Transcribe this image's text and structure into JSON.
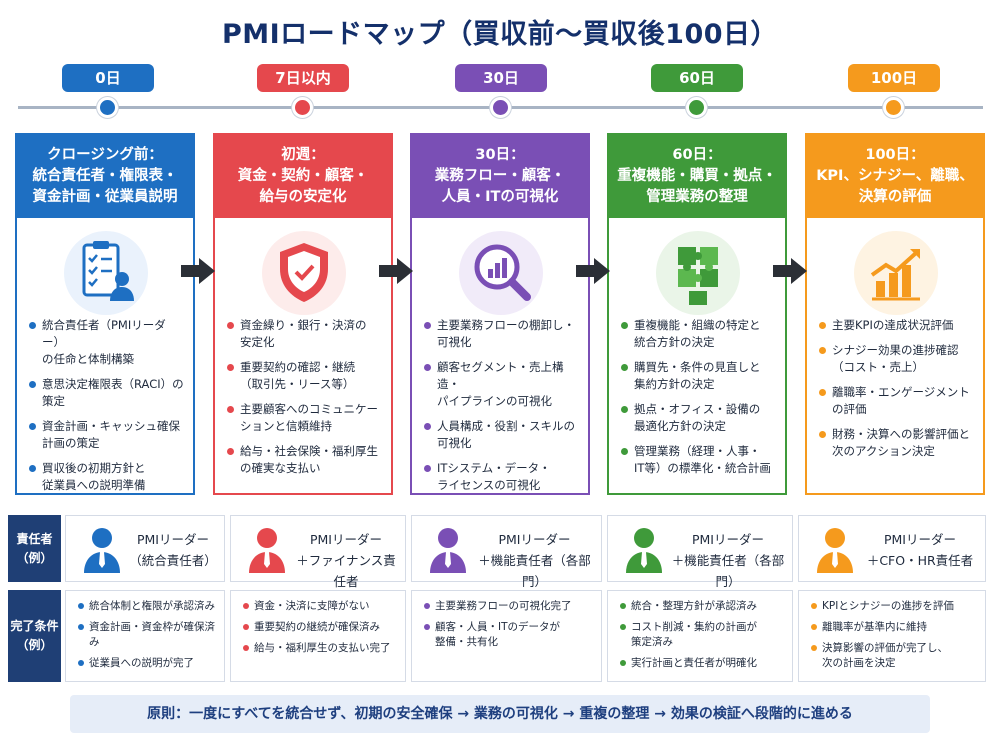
{
  "title": "PMIロードマップ（買収前〜買収後100日）",
  "timeline": [
    {
      "label": "0日",
      "color": "#1e6fc2"
    },
    {
      "label": "7日以内",
      "color": "#e5484d"
    },
    {
      "label": "30日",
      "color": "#7a4fb5"
    },
    {
      "label": "60日",
      "color": "#3f9a3a"
    },
    {
      "label": "100日",
      "color": "#f59a1d"
    }
  ],
  "columns": [
    {
      "title": "クロージング前：\n統合責任者・権限表・\n資金計画・従業員説明",
      "icon": "clipboard-checklist-icon",
      "color": "#1e6fc2",
      "items": [
        "統合責任者（PMIリーダー）\nの任命と体制構築",
        "意思決定権限表（RACI）の\n策定",
        "資金計画・キャッシュ確保\n計画の策定",
        "買収後の初期方針と\n従業員への説明準備"
      ]
    },
    {
      "title": "初週：\n資金・契約・顧客・\n給与の安定化",
      "icon": "shield-check-icon",
      "color": "#e5484d",
      "items": [
        "資金繰り・銀行・決済の\n安定化",
        "重要契約の確認・継続\n（取引先・リース等）",
        "主要顧客へのコミュニケー\nションと信頼維持",
        "給与・社会保険・福利厚生\nの確実な支払い"
      ]
    },
    {
      "title": "30日：\n業務フロー・顧客・\n人員・ITの可視化",
      "icon": "magnifier-chart-icon",
      "color": "#7a4fb5",
      "items": [
        "主要業務フローの棚卸し・\n可視化",
        "顧客セグメント・売上構造・\nパイプラインの可視化",
        "人員構成・役割・スキルの\n可視化",
        "ITシステム・データ・\nライセンスの可視化"
      ]
    },
    {
      "title": "60日：\n重複機能・購買・拠点・\n管理業務の整理",
      "icon": "puzzle-pieces-icon",
      "color": "#3f9a3a",
      "items": [
        "重複機能・組織の特定と\n統合方針の決定",
        "購買先・条件の見直しと\n集約方針の決定",
        "拠点・オフィス・設備の\n最適化方針の決定",
        "管理業務（経理・人事・\nIT等）の標準化・統合計画"
      ]
    },
    {
      "title": "100日：\nKPI、シナジー、離職、\n決算の評価",
      "icon": "growth-chart-icon",
      "color": "#f59a1d",
      "items": [
        "主要KPIの達成状況評価",
        "シナジー効果の進捗確認\n（コスト・売上）",
        "離職率・エンゲージメント\nの評価",
        "財務・決算への影響評価と\n次のアクション決定"
      ]
    }
  ],
  "responsible": {
    "label": "責任者\n（例）",
    "cells": [
      "PMIリーダー\n（統合責任者）",
      "PMIリーダー\n＋ファイナンス責任者",
      "PMIリーダー\n＋機能責任者（各部門）",
      "PMIリーダー\n＋機能責任者（各部門）",
      "PMIリーダー\n＋CFO・HR責任者"
    ]
  },
  "completion": {
    "label": "完了条件\n（例）",
    "cells": [
      [
        "統合体制と権限が承認済み",
        "資金計画・資金枠が確保済み",
        "従業員への説明が完了"
      ],
      [
        "資金・決済に支障がない",
        "重要契約の継続が確保済み",
        "給与・福利厚生の支払い完了"
      ],
      [
        "主要業務フローの可視化完了",
        "顧客・人員・ITのデータが\n整備・共有化"
      ],
      [
        "統合・整理方針が承認済み",
        "コスト削減・集約の計画が\n策定済み",
        "実行計画と責任者が明確化"
      ],
      [
        "KPIとシナジーの進捗を評価",
        "離職率が基準内に維持",
        "決算影響の評価が完了し、\n次の計画を決定"
      ]
    ]
  },
  "principle": "原則：一度にすべてを統合せず、初期の安全確保 → 業務の可視化 → 重複の整理 → 効果の検証へ段階的に進める"
}
